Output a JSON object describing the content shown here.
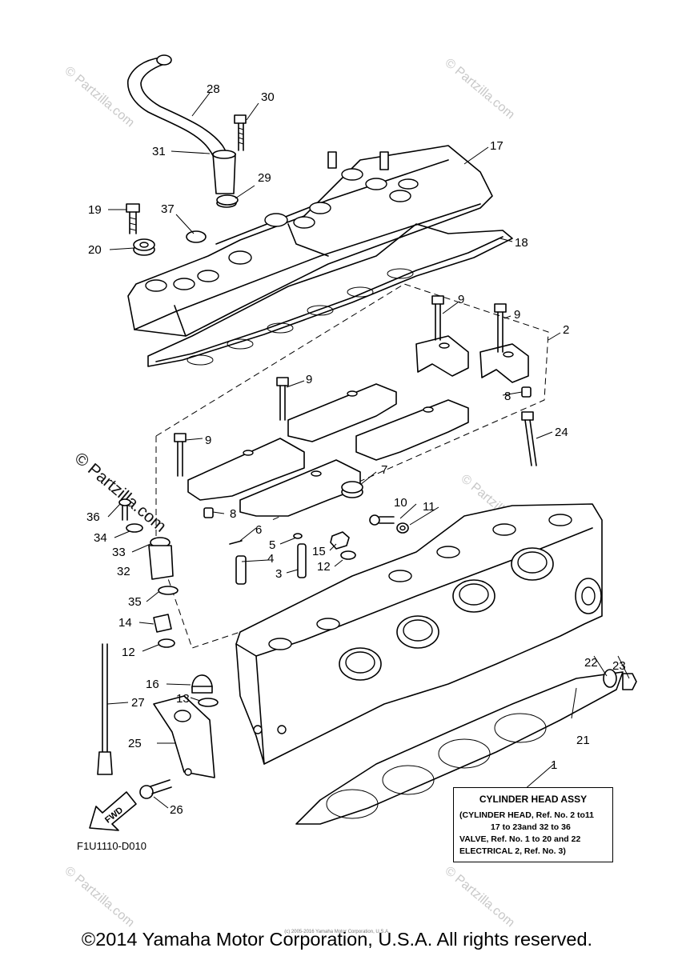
{
  "watermarks": {
    "partzilla": "© Partzilla.com"
  },
  "callouts": [
    "1",
    "2",
    "3",
    "4",
    "5",
    "6",
    "7",
    "8",
    "8",
    "9",
    "9",
    "9",
    "9",
    "10",
    "11",
    "12",
    "12",
    "13",
    "14",
    "15",
    "16",
    "17",
    "18",
    "19",
    "20",
    "21",
    "22",
    "23",
    "24",
    "25",
    "26",
    "27",
    "28",
    "29",
    "30",
    "31",
    "32",
    "33",
    "34",
    "35",
    "36",
    "37"
  ],
  "assy_box": {
    "title": "CYLINDER HEAD ASSY",
    "lines": [
      "(CYLINDER HEAD, Ref. No. 2 to11",
      "17 to 23and 32 to 36",
      "VALVE, Ref. No. 1 to 20 and 22",
      "ELECTRICAL 2, Ref. No. 3)"
    ]
  },
  "fwd_label": "FWD",
  "diagram_code": "F1U1110-D010",
  "small_copyright": "(c) 2005-2016 Yamaha Motor Corporation, U.S.A.",
  "copyright": "©2014 Yamaha Motor Corporation, U.S.A. All rights reserved."
}
